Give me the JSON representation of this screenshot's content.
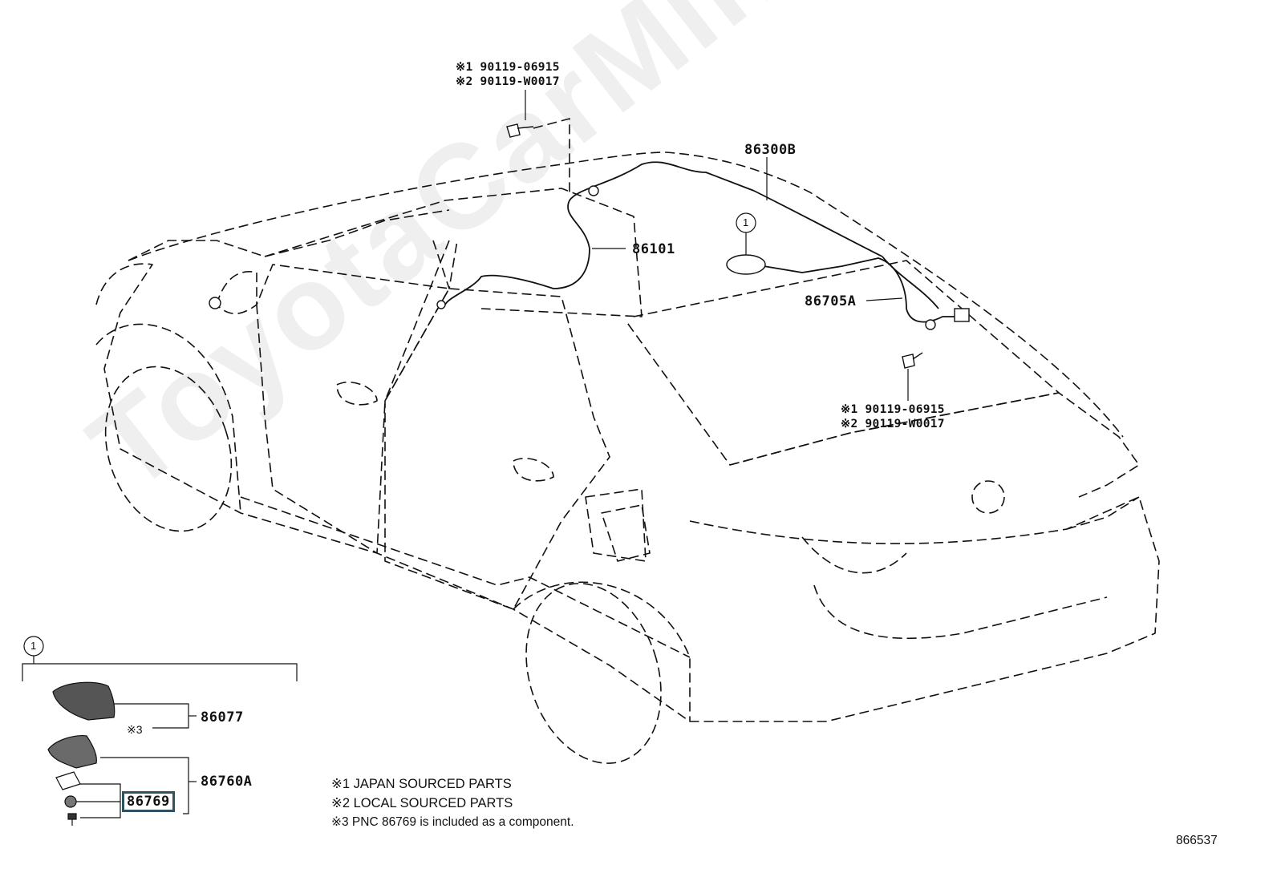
{
  "watermark": "ToyotaCarMine.ru",
  "callouts": {
    "bolt_top": {
      "ref1": "※1 90119-06915",
      "ref2": "※2 90119-W0017"
    },
    "bolt_right": {
      "ref1": "※1 90119-06915",
      "ref2": "※2 90119-W0017"
    },
    "cord_86300b": "86300B",
    "cable_86101": "86101",
    "cord_86705a": "86705A",
    "marker_1_car": "1",
    "marker_1_inset": "1"
  },
  "inset": {
    "antenna_cover": "86077",
    "note3_marker": "※3",
    "antenna_assy": "86760A",
    "highlighted_part": "86769"
  },
  "notes": [
    "※1 JAPAN SOURCED PARTS",
    "※2 LOCAL SOURCED PARTS",
    "※3 PNC 86769 is included as a component."
  ],
  "figure_ref": "866537"
}
